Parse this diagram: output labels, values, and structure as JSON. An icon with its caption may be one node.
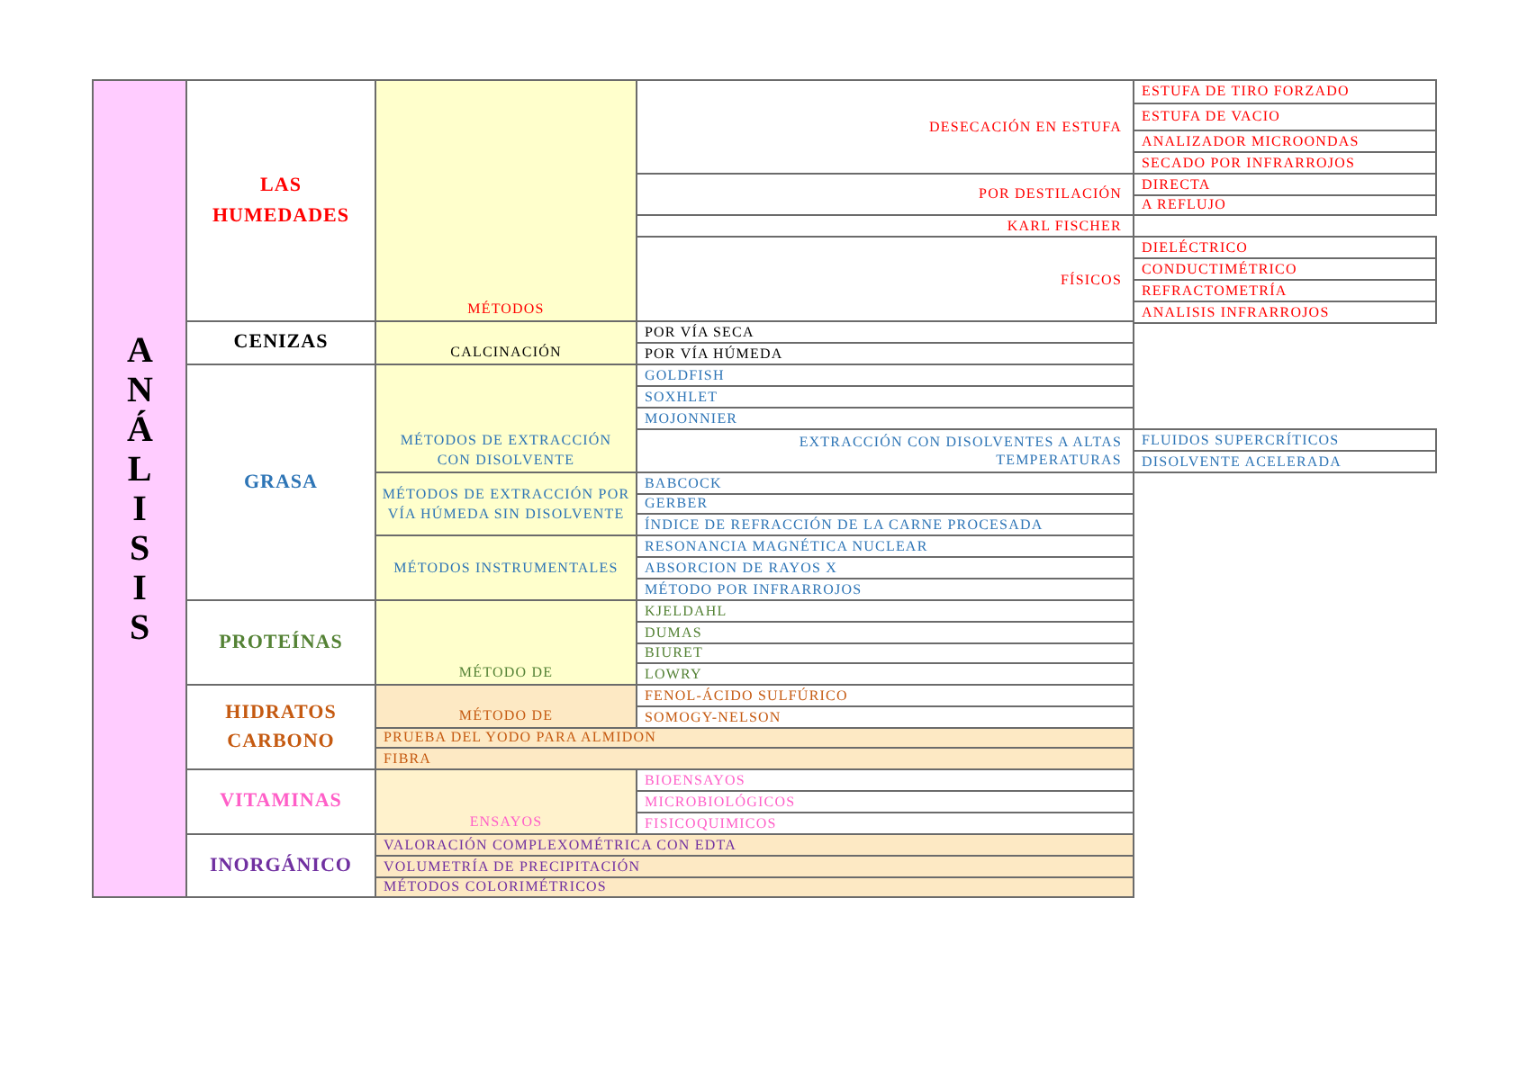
{
  "diagram": {
    "nodes": [
      {
        "text": [
          "ANÁLISIS"
        ]
      },
      {
        "text": [
          "LAS HUMEDADES"
        ]
      },
      {
        "text": [
          "MÉTODOS"
        ]
      },
      {
        "text": [
          "DESECACIÓN EN ESTUFA"
        ]
      },
      {
        "text": [
          "ESTUFA DE TIRO FORZADO"
        ]
      },
      {
        "text": [
          "ESTUFA DE VACIO"
        ]
      },
      {
        "text": [
          "ANALIZADOR MICROONDAS"
        ]
      },
      {
        "text": [
          "SECADO POR INFRARROJOS"
        ]
      },
      {
        "text": [
          "POR DESTILACIÓN"
        ]
      },
      {
        "text": [
          "DIRECTA"
        ]
      },
      {
        "text": [
          "A REFLUJO"
        ]
      },
      {
        "text": [
          "KARL FISCHER"
        ]
      },
      {
        "text": [
          "FÍSICOS"
        ]
      },
      {
        "text": [
          "DIELÉCTRICO"
        ]
      },
      {
        "text": [
          "CONDUCTIMÉTRICO"
        ]
      },
      {
        "text": [
          "REFRACTOMETRÍA"
        ]
      },
      {
        "text": [
          "ANALISIS INFRARROJOS"
        ]
      },
      {
        "text": [
          "CENIZAS"
        ]
      },
      {
        "text": [
          "CALCINACIÓN"
        ]
      },
      {
        "text": [
          "POR VÍA SECA"
        ]
      },
      {
        "text": [
          "POR VÍA HÚMEDA"
        ]
      },
      {
        "text": [
          "GRASA"
        ]
      },
      {
        "text": [
          "MÉTODOS DE EXTRACCIÓN CON DISOLVENTE"
        ]
      },
      {
        "text": [
          "GOLDFISH"
        ]
      },
      {
        "text": [
          "SOXHLET"
        ]
      },
      {
        "text": [
          "MOJONNIER"
        ]
      },
      {
        "text": [
          "EXTRACCIÓN CON DISOLVENTES A ALTAS TEMPERATURAS"
        ]
      },
      {
        "text": [
          "FLUIDOS SUPERCRÍTICOS"
        ]
      },
      {
        "text": [
          "DISOLVENTE ACELERADA"
        ]
      },
      {
        "text": [
          "MÉTODOS DE EXTRACCIÓN POR VÍA HÚMEDA SIN DISOLVENTE"
        ]
      },
      {
        "text": [
          "BABCOCK"
        ]
      },
      {
        "text": [
          "GERBER"
        ]
      },
      {
        "text": [
          "ÍNDICE DE REFRACCIÓN DE LA CARNE PROCESADA"
        ]
      },
      {
        "text": [
          "MÉTODOS INSTRUMENTALES"
        ]
      },
      {
        "text": [
          "RESONANCIA MAGNÉTICA NUCLEAR"
        ]
      },
      {
        "text": [
          "ABSORCION DE RAYOS X"
        ]
      },
      {
        "text": [
          "MÉTODO POR INFRARROJOS"
        ]
      },
      {
        "text": [
          "PROTEÍNAS"
        ]
      },
      {
        "text": [
          "MÉTODO DE"
        ]
      },
      {
        "text": [
          "KJELDAHL"
        ]
      },
      {
        "text": [
          "DUMAS"
        ]
      },
      {
        "text": [
          "BIURET"
        ]
      },
      {
        "text": [
          "LOWRY"
        ]
      },
      {
        "text": [
          "HIDRATOS CARBONO"
        ]
      },
      {
        "text": [
          "MÉTODO DE"
        ]
      },
      {
        "text": [
          "FENOL-ÁCIDO SULFÚRICO"
        ]
      },
      {
        "text": [
          "SOMOGY-NELSON"
        ]
      },
      {
        "text": [
          "PRUEBA DEL YODO PARA ALMIDON"
        ]
      },
      {
        "text": [
          "FIBRA"
        ]
      },
      {
        "text": [
          "VITAMINAS"
        ]
      },
      {
        "text": [
          "ENSAYOS"
        ]
      },
      {
        "text": [
          "BIOENSAYOS"
        ]
      },
      {
        "text": [
          "MICROBIOLÓGICOS"
        ]
      },
      {
        "text": [
          "FISICOQUIMICOS"
        ]
      },
      {
        "text": [
          "INORGÁNICO"
        ]
      },
      {
        "text": [
          "VALORACIÓN COMPLEXOMÉTRICA CON EDTA"
        ]
      },
      {
        "text": [
          "VOLUMETRÍA DE PRECIPITACIÓN"
        ]
      },
      {
        "text": [
          "MÉTODOS COLORIMÉTRICOS"
        ]
      }
    ]
  }
}
